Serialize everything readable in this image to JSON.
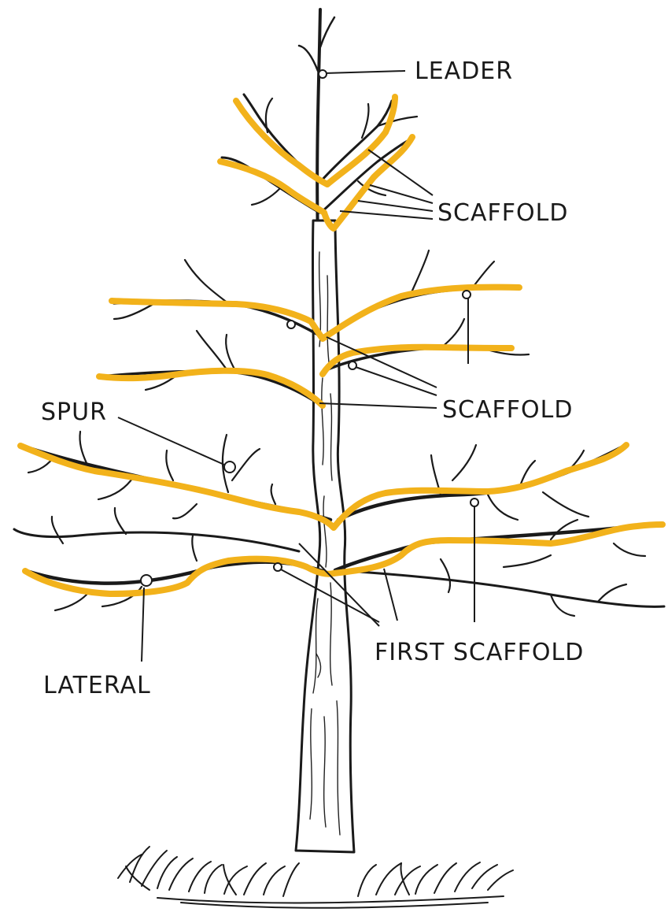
{
  "labels": {
    "leader": "LEADER",
    "scaffold_top": "SCAFFOLD",
    "scaffold_middle": "SCAFFOLD",
    "spur": "SPUR",
    "first_scaffold": "FIRST SCAFFOLD",
    "lateral": "LATERAL"
  },
  "colors": {
    "highlight": "#F2B21B",
    "ink": "#1A1A1A",
    "background": "#FFFFFF"
  },
  "icons": [
    "tree-illustration",
    "grass-tuft"
  ]
}
